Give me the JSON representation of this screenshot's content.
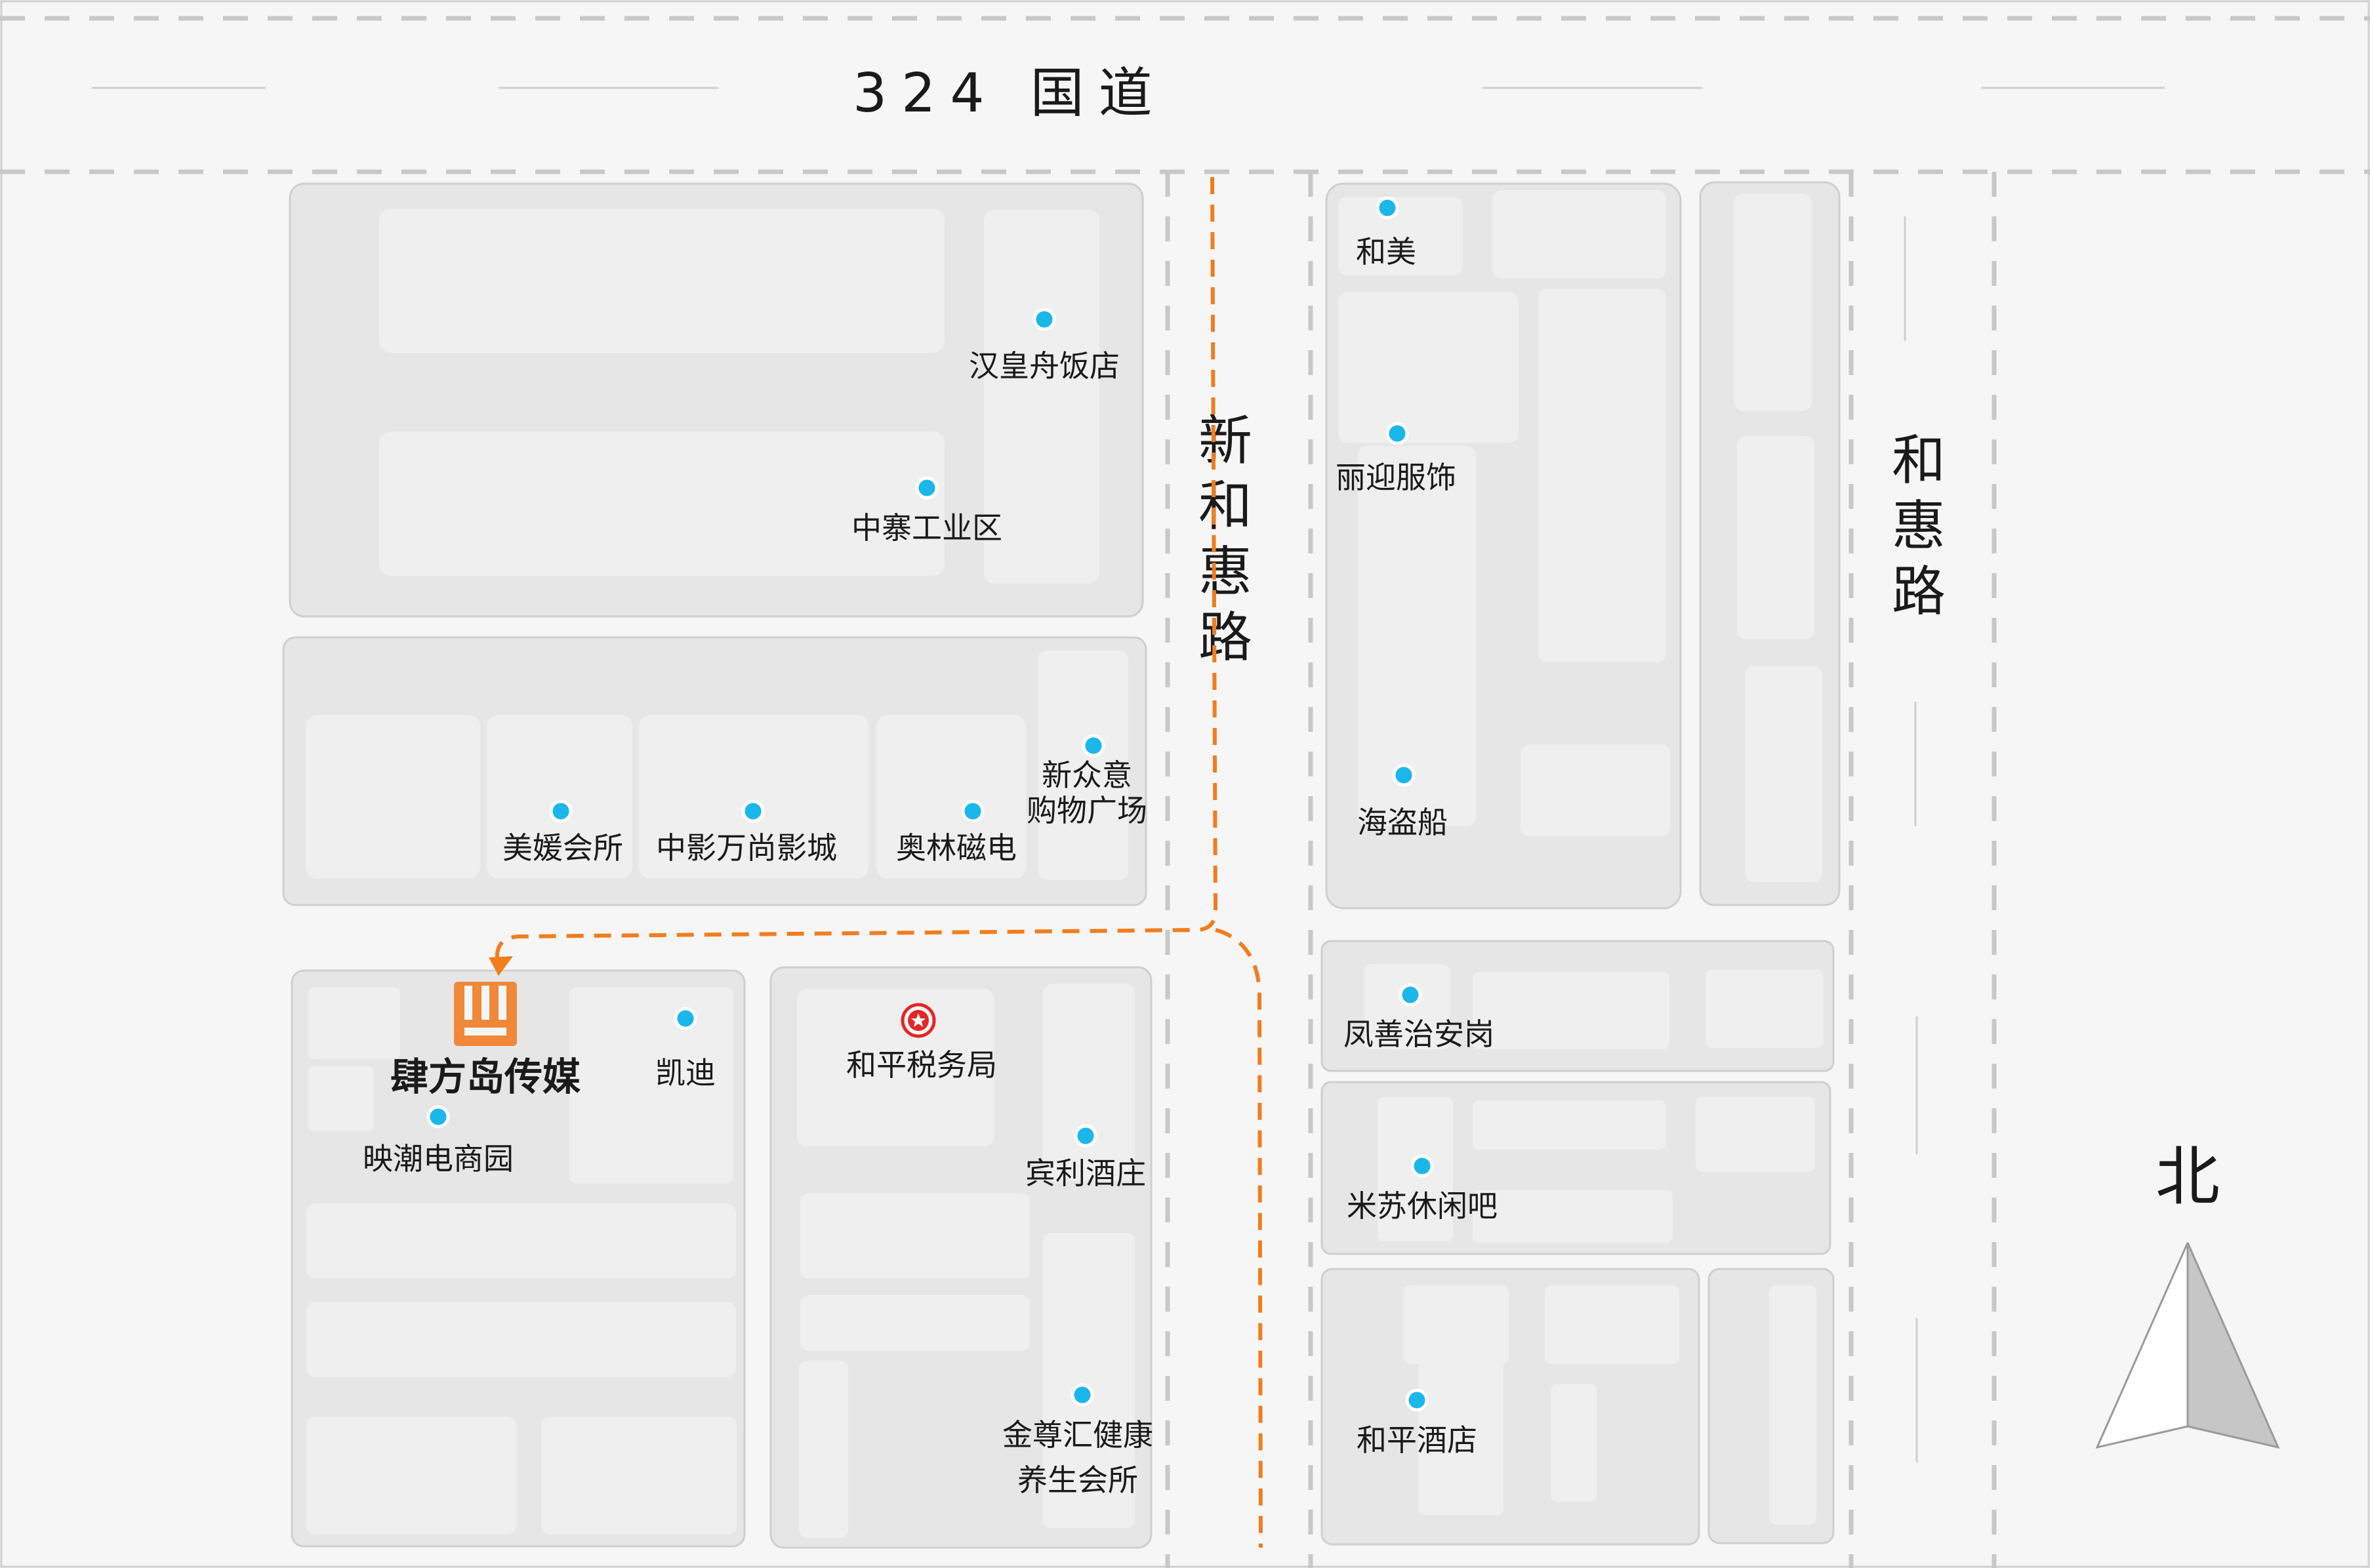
{
  "map": {
    "roads": {
      "top": "324 国道",
      "middle": [
        "新",
        "和",
        "惠",
        "路"
      ],
      "right": [
        "和",
        "惠",
        "路"
      ]
    },
    "company": {
      "name": "肆方岛传媒",
      "logo_icon": "company-logo-icon",
      "logo_color": "#f0883a"
    },
    "pois": {
      "hanhuang": "汉皇舟饭店",
      "zhongzhai": "中寨工业区",
      "meiyuan": "美媛会所",
      "zhongying": "中影万尚影城",
      "aolin": "奥林磁电",
      "xinzhong_1": "新众意",
      "xinzhong_2": "购物广场",
      "kaidi": "凯迪",
      "yingchao": "映潮电商园",
      "heping_tax": "和平税务局",
      "binli": "宾利酒庄",
      "jinzun_1": "金尊汇健康",
      "jinzun_2": "养生会所",
      "hemei": "和美",
      "liying": "丽迎服饰",
      "haidao": "海盗船",
      "fengshan": "凤善治安岗",
      "misu": "米苏休闲吧",
      "heping_hotel": "和平酒店"
    },
    "compass": {
      "label": "北"
    },
    "colors": {
      "background": "#f6f6f6",
      "block": "#e6e6e6",
      "block_inner": "#efefef",
      "poi_dot": "#1bb7ea",
      "route": "#f07d1e",
      "tax_marker": "#e32727"
    }
  }
}
